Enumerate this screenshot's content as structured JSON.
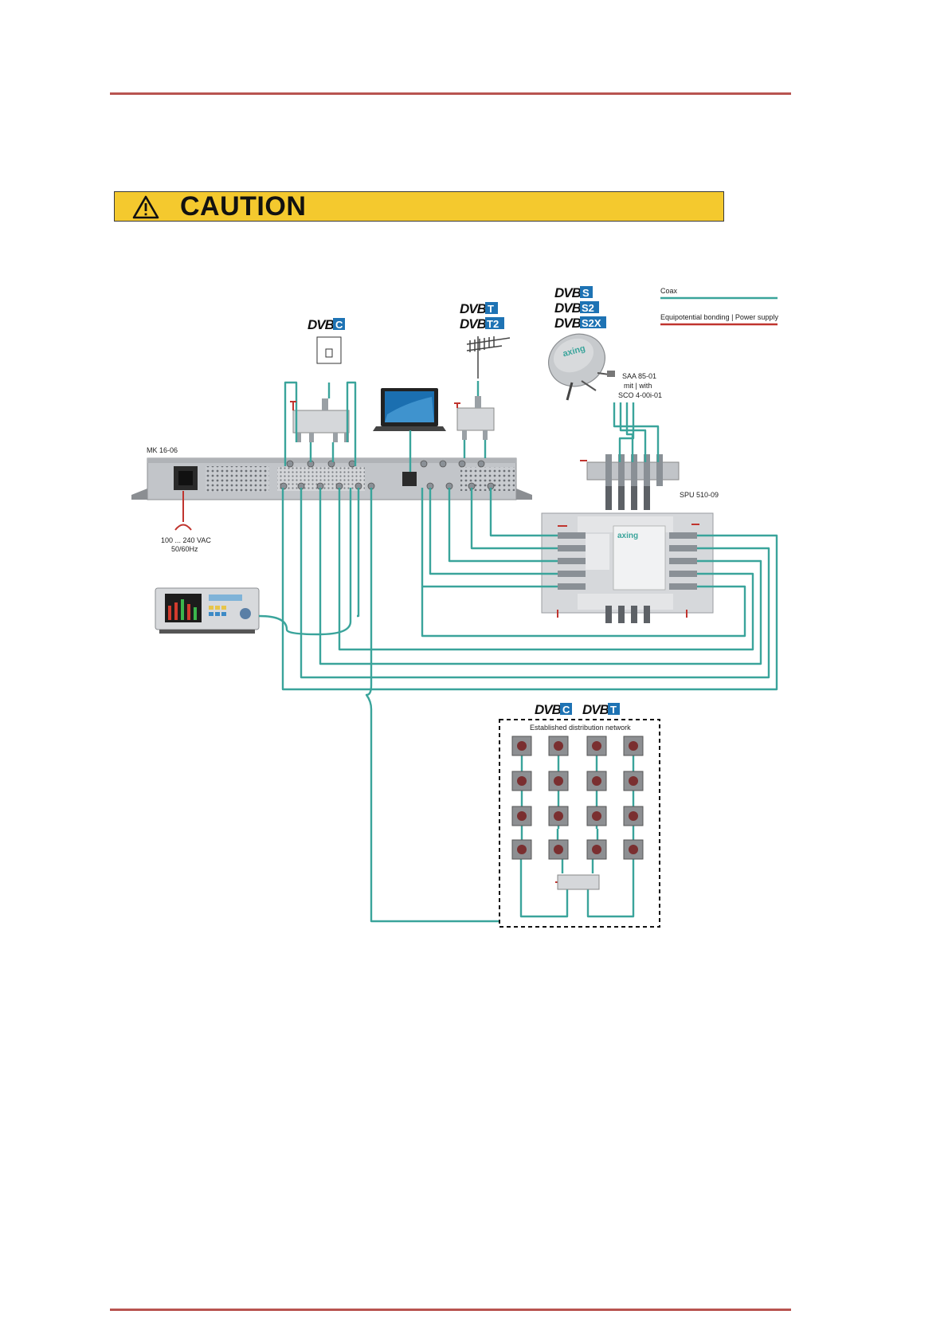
{
  "colors": {
    "rule": "#b85450",
    "caution_bg": "#f4c92e",
    "coax": "#3aa49b",
    "power": "#c0342e",
    "dvb_blue": "#1e73b4"
  },
  "caution": {
    "icon": "warning-triangle-icon",
    "label": "CAUTION"
  },
  "legend": {
    "coax": "Coax",
    "power": "Equipotential bonding | Power supply"
  },
  "logos": {
    "dvb": "DVB",
    "cable": "C",
    "terrestrial": [
      "T",
      "T2"
    ],
    "satellite": [
      "S",
      "S2",
      "S2X"
    ],
    "network": [
      "C",
      "T"
    ]
  },
  "labels": {
    "headend": "MK 16-06",
    "power_supply_line1": "100 ... 240 VAC",
    "power_supply_line2": "50/60Hz",
    "dish_brand": "axing",
    "dish_line1": "SAA 85-01",
    "dish_line2": "mit | with",
    "dish_line3": "SCO 4-00i-01",
    "multiswitch": "SPU 510-09",
    "multiswitch_brand": "axing",
    "network": "Established distribution network"
  }
}
